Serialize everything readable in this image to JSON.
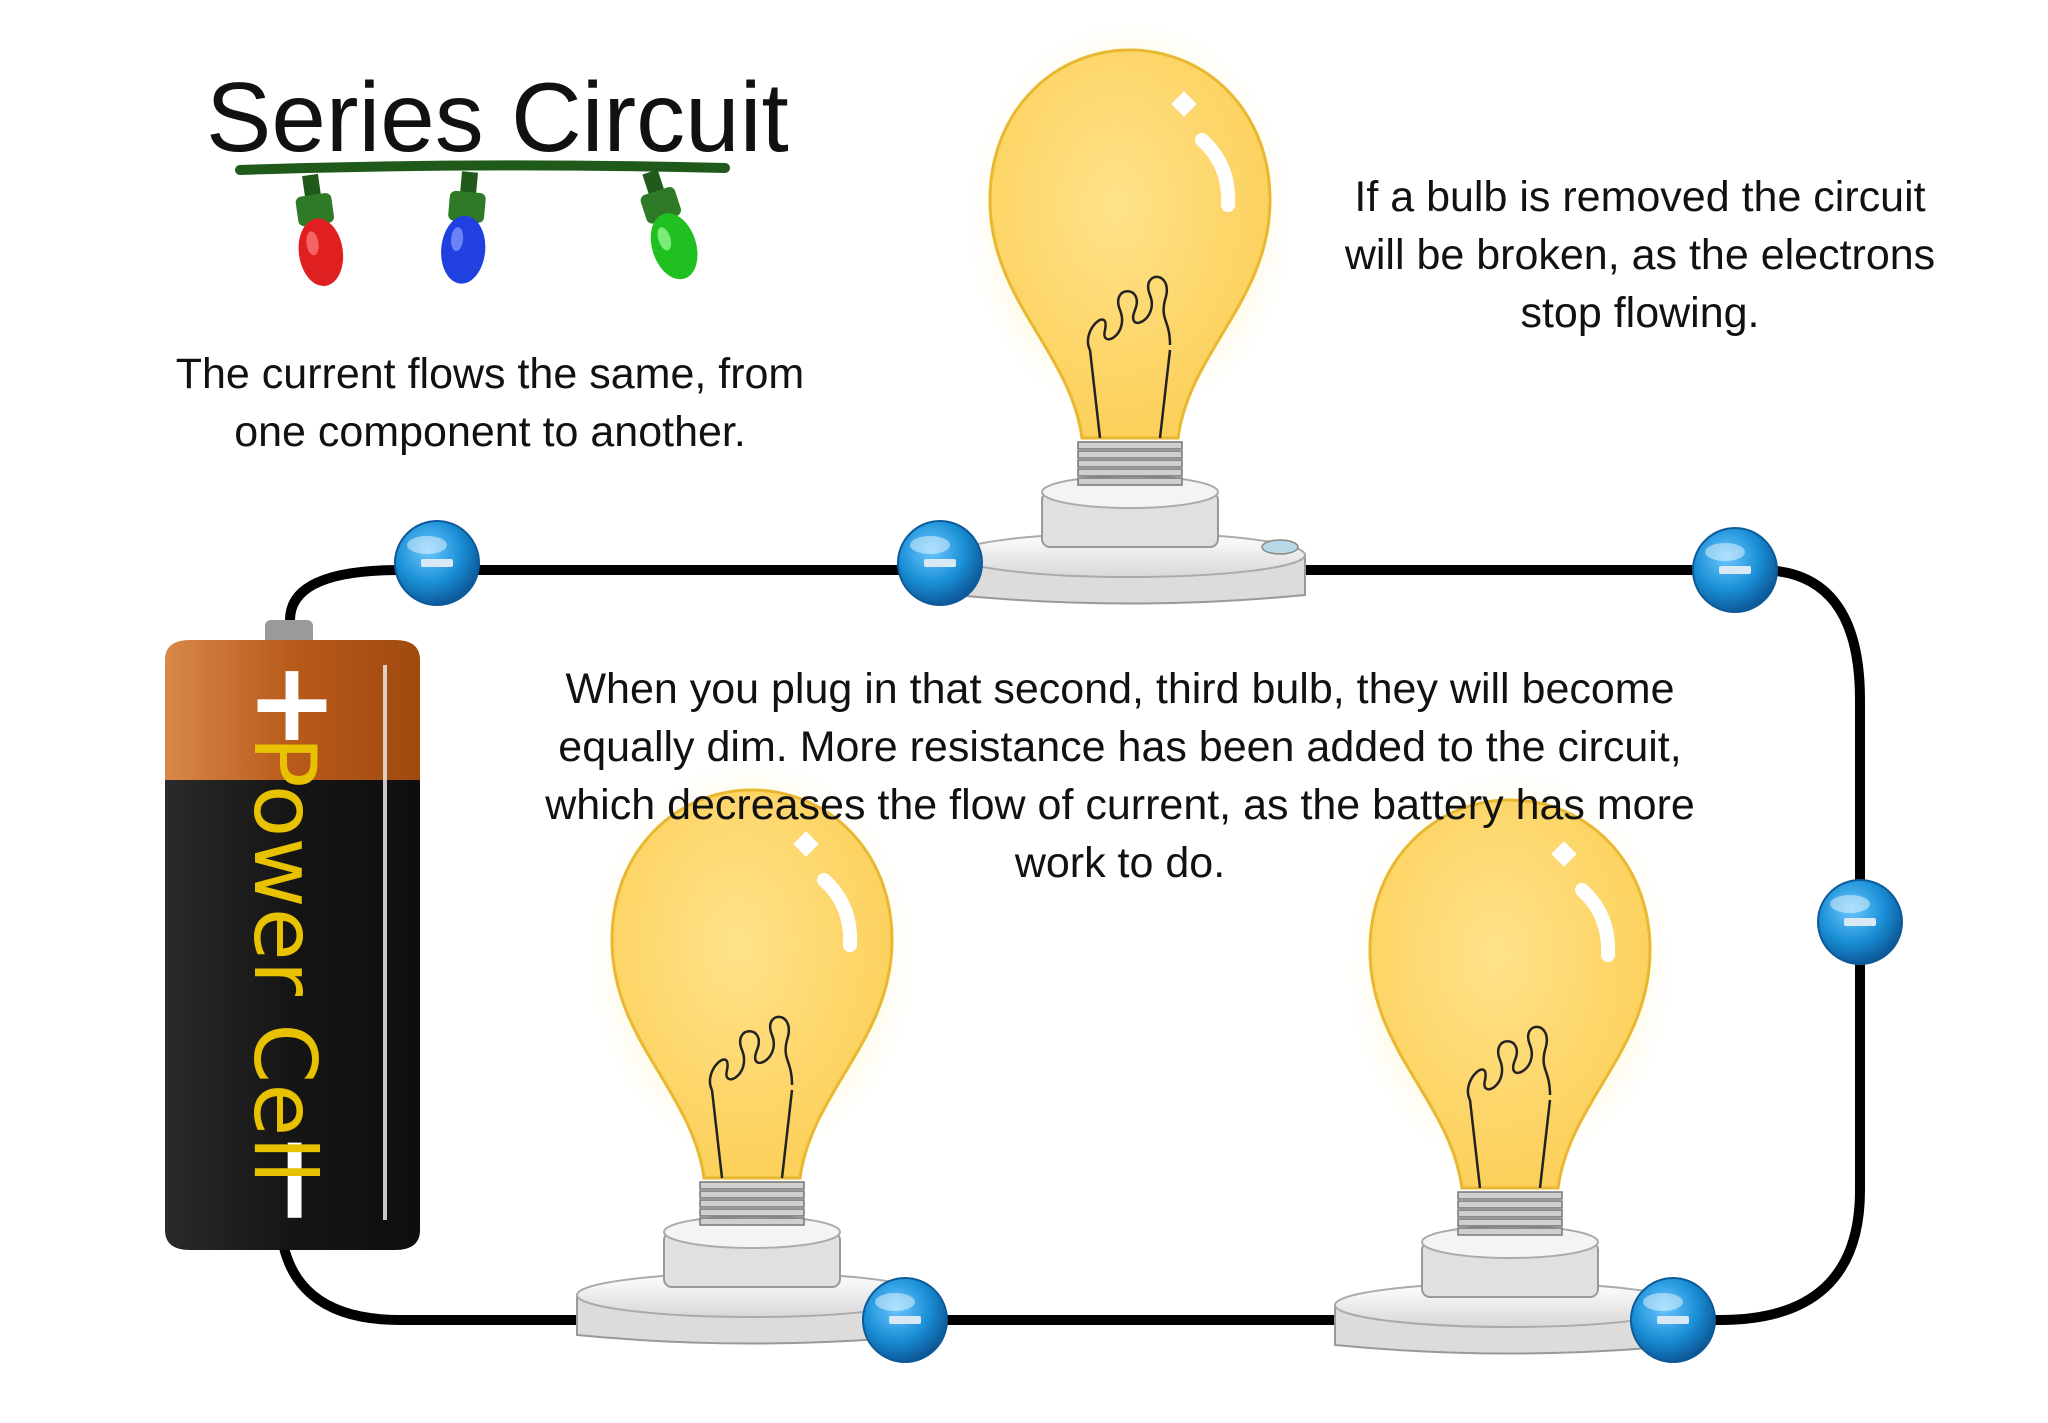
{
  "title": "Series Circuit",
  "text_current": "The current flows the same, from one component to another.",
  "text_removed": "If a bulb is removed the circuit will be broken, as the electrons stop flowing.",
  "text_dim": "When you plug in that second, third bulb, they will become equally dim. More resistance has been added to the circuit, which decreases the flow of current, as the battery has more work to do.",
  "battery": {
    "label": "Power Cell",
    "positive_symbol": "+",
    "negative_symbol": "−"
  },
  "lights_string": {
    "bulb_colors": [
      "#e02020",
      "#2040e0",
      "#20c020"
    ]
  },
  "colors": {
    "bulb_glow": "#f5e27a",
    "bulb_glass": "#ffd86a",
    "electron": "#1a8fd6",
    "wire": "#000000",
    "battery_top": "#c0601a",
    "battery_body": "#1a1a1a",
    "battery_label": "#e8c100"
  }
}
